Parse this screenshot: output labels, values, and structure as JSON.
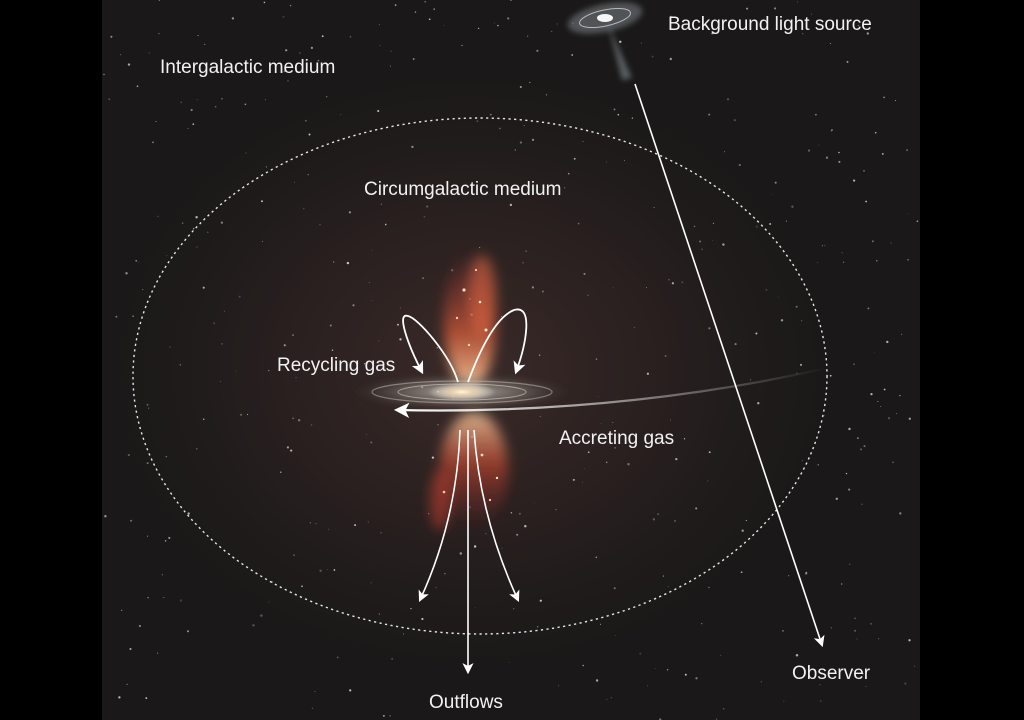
{
  "labels": {
    "background_light_source": "Background light source",
    "intergalactic_medium": "Intergalactic medium",
    "circumgalactic_medium": "Circumgalactic medium",
    "recycling_gas": "Recycling gas",
    "accreting_gas": "Accreting gas",
    "observer": "Observer",
    "outflows": "Outflows"
  },
  "colors": {
    "background": "#000000",
    "space": "#1f1b1b",
    "label": "#f2f2f2",
    "arrow": "#ffffff",
    "outflow_glow": "#e0603a"
  },
  "icons": {
    "galaxy": "spiral-galaxy-icon",
    "background_source": "distant-galaxy-icon"
  }
}
